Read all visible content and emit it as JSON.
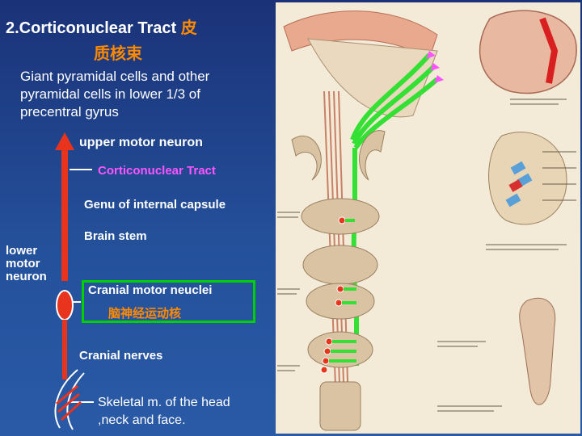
{
  "title": {
    "line1": "2.Corticonuclear Tract ",
    "line1_cn": "皮",
    "line2": "质核束"
  },
  "description": "Giant pyramidal cells and other pyramidal cells in lower 1/3 of precentral gyrus",
  "labels": {
    "upper_motor_neuron": "upper motor neuron",
    "corticonuclear_tract": "Corticonuclear Tract",
    "genu": "Genu of internal capsule",
    "brain_stem": "Brain stem",
    "lower_motor_neuron": "lower motor neuron",
    "cranial_motor_nuclei": "Cranial motor neuclei",
    "cranial_motor_nuclei_cn": "脑神经运动核",
    "cranial_nerves": "Cranial nerves",
    "skeletal": "Skeletal m. of the head ,neck and face."
  },
  "colors": {
    "background": "#1d3f86",
    "text": "#ffffff",
    "accent_orange": "#ff8a00",
    "tract_magenta": "#ff55ff",
    "pathway_red": "#e8341c",
    "highlight_green": "#00d000",
    "atlas_paper": "#f3ead8"
  },
  "icons": [
    "arrow-up-icon",
    "neuron-soma-icon",
    "muscle-fibers-icon"
  ]
}
